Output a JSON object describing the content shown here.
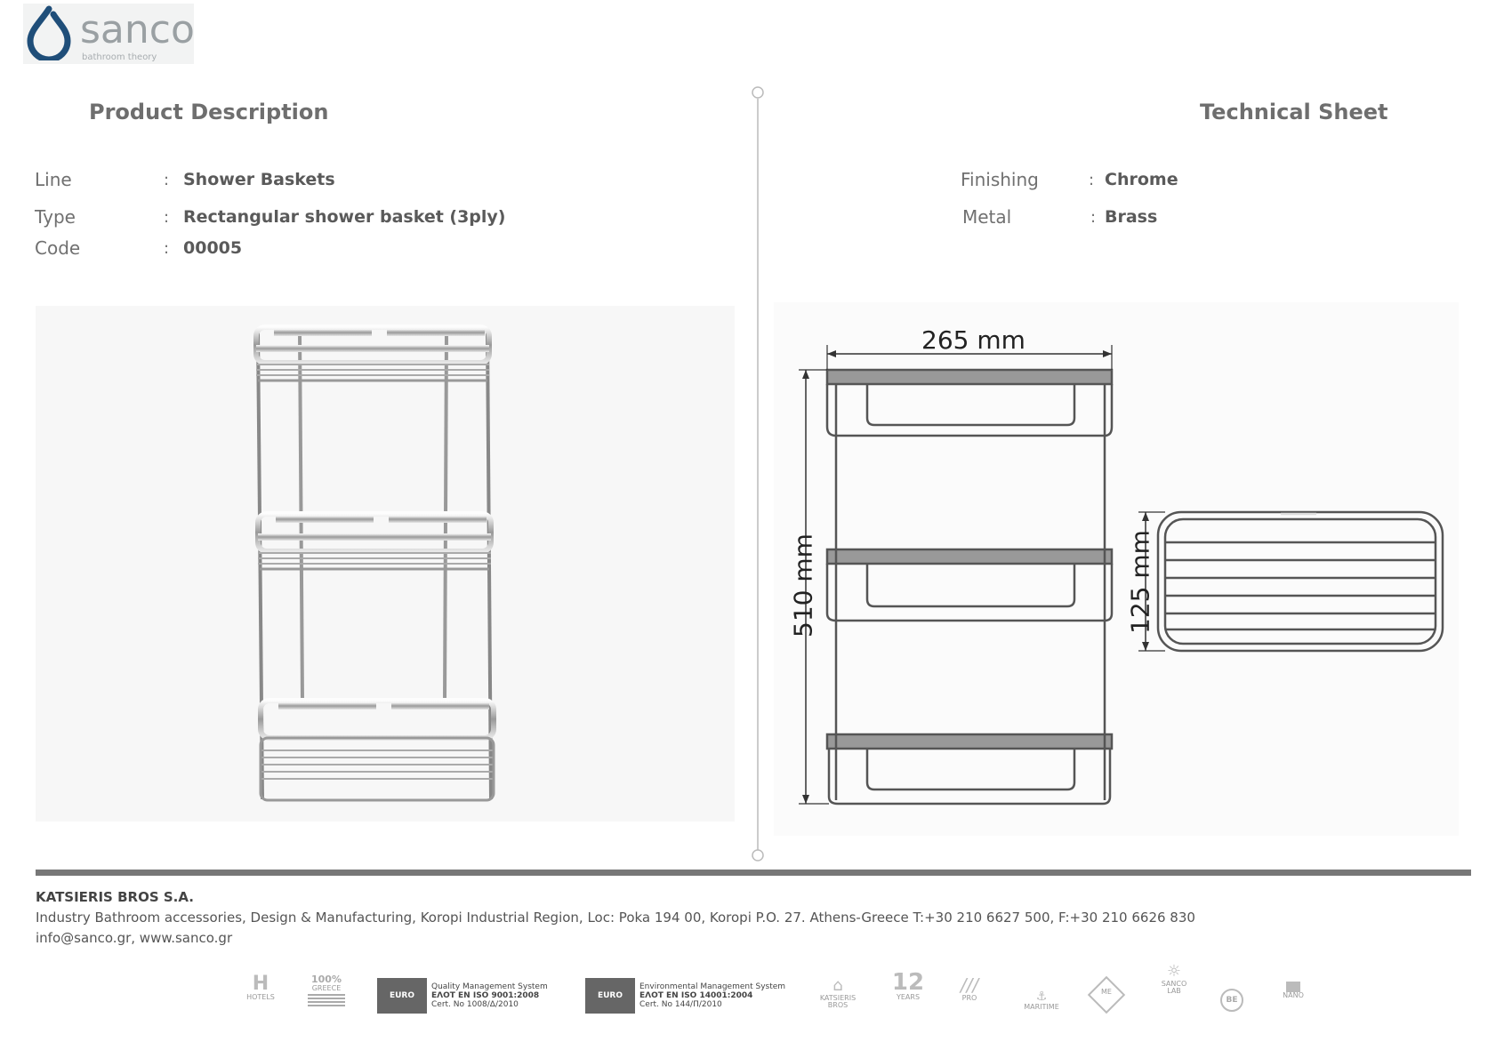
{
  "brand": {
    "name": "sanco",
    "tagline": "bathroom theory"
  },
  "left_header": "Product Description",
  "right_header": "Technical Sheet",
  "product": [
    {
      "label": "Line",
      "value": "Shower Baskets"
    },
    {
      "label": "Type",
      "value": "Rectangular shower basket (3ply)"
    },
    {
      "label": "Code",
      "value": "00005"
    }
  ],
  "technical": [
    {
      "label": "Finishing",
      "value": "Chrome"
    },
    {
      "label": "Metal",
      "value": "Brass"
    }
  ],
  "colon": ":",
  "drawing": {
    "width_dim": "265 mm",
    "height_dim": "510 mm",
    "depth_dim": "125 mm"
  },
  "footer": {
    "company": "KATSIERIS BROS S.A.",
    "address": "Industry Bathroom accessories, Design & Manufacturing, Koropi Industrial Region, Loc: Poka 194 00, Koropi P.O. 27. Athens-Greece   T:+30 210 6627 500, F:+30 210 6626 830",
    "contact": "info@sanco.gr, www.sanco.gr"
  },
  "certifications": {
    "hotels": "HOTELS",
    "greece_pct": "100%",
    "greece_label": "GREECE",
    "euro_cert": "EURO CERT",
    "qms_title": "Quality Management System",
    "qms_std": "ΕΛΟΤ EN ISO 9001:2008",
    "qms_cert": "Cert. No 1008/Δ/2010",
    "ems_title": "Environmental Management System",
    "ems_std": "ΕΛΟΤ EN ISO 14001:2004",
    "ems_cert": "Cert. No 144/Π/2010",
    "katsieris": "KATSIERIS BROS",
    "years": "12",
    "years_label": "YEARS",
    "pro": "PRO",
    "maritime": "MARITIME",
    "me": "ME",
    "sanco_lab": "SANCO LAB",
    "be": "BE",
    "nano": "NANO"
  }
}
